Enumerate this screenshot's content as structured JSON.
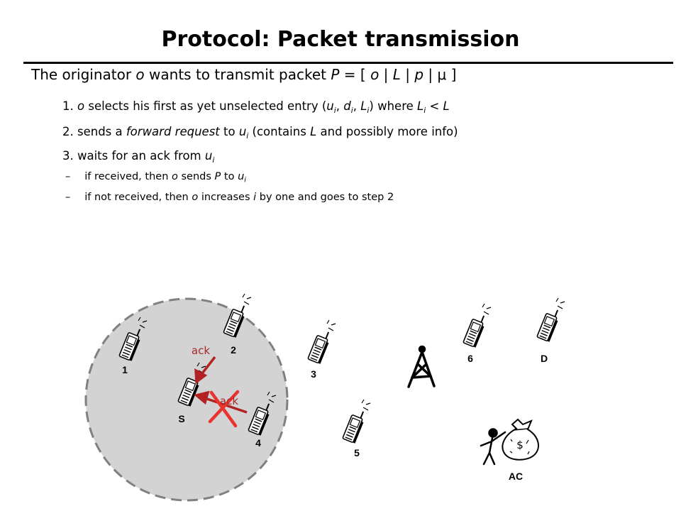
{
  "slide": {
    "title": "Protocol: Packet transmission",
    "intro": {
      "a": "The originator ",
      "o": "o",
      "b": "  wants to transmit packet ",
      "P": "P",
      "c": " = [ ",
      "o2": "o",
      "sep1": " | ",
      "L": "L",
      "sep2": " | ",
      "p": "p",
      "sep3": " | ",
      "mu": "μ",
      "d": " ]"
    },
    "step1": {
      "num": "1. ",
      "o": "o",
      "a": " selects his first as yet unselected entry (",
      "u": "u",
      "ui": "i",
      "c1": ", ",
      "d": "d",
      "di": "i",
      "c2": ", ",
      "L": "L",
      "Li": "i",
      "b": ") where ",
      "L2": "L",
      "L2i": "i",
      "lt": " < ",
      "L3": "L"
    },
    "step2": {
      "num": "2. sends a ",
      "fr": "forward request",
      "to": " to ",
      "u": "u",
      "ui": "i",
      "b": " (contains ",
      "L": "L",
      "c": " and possibly more info)"
    },
    "step3": {
      "text": "3. waits for an ack from ",
      "u": "u",
      "ui": "i"
    },
    "sub1": {
      "dash": "–",
      "a": "if received, then ",
      "o": "o",
      "b": " sends ",
      "P": "P",
      "c": " to ",
      "u": "u",
      "ui": "i"
    },
    "sub2": {
      "dash": "–",
      "a": "if not received, then ",
      "o": "o",
      "b": " increases ",
      "i": "i",
      "c": " by one and goes to step 2"
    }
  },
  "diagram": {
    "nodes": {
      "n1": "1",
      "n2": "2",
      "n3": "3",
      "n4": "4",
      "n5": "5",
      "n6": "6",
      "nS": "S",
      "nD": "D",
      "nAC": "AC"
    },
    "ack_top": "ack",
    "ack_bottom": "ack",
    "bag_symbol": "$",
    "colors": {
      "range_fill": "#d3d3d3",
      "range_stroke": "#808080",
      "arrow": "#b22222",
      "cross": "#e8332e",
      "ack_text": "#a52a2a"
    },
    "icons": {
      "phone": "mobile-phone-icon",
      "tower": "antenna-tower-icon",
      "person": "person-icon",
      "bag": "money-bag-icon"
    }
  }
}
